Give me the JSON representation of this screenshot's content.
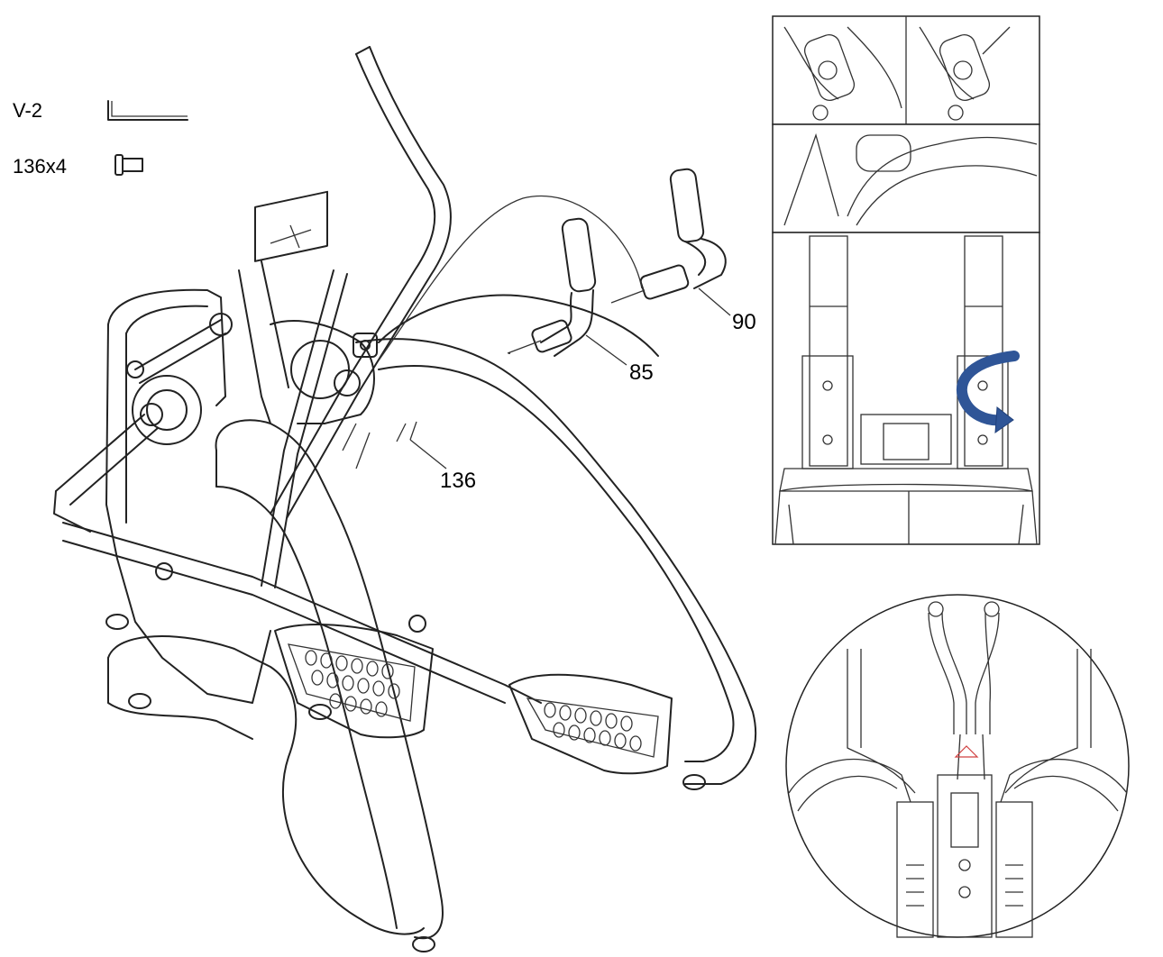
{
  "parts": [
    {
      "label": "V-2",
      "icon": "allen-wrench-icon"
    },
    {
      "label": "136x4",
      "icon": "bolt-icon"
    }
  ],
  "callouts": {
    "c90": "90",
    "c85": "85",
    "c136": "136"
  },
  "colors": {
    "line": "#222222",
    "arrow": "#2f5597"
  }
}
